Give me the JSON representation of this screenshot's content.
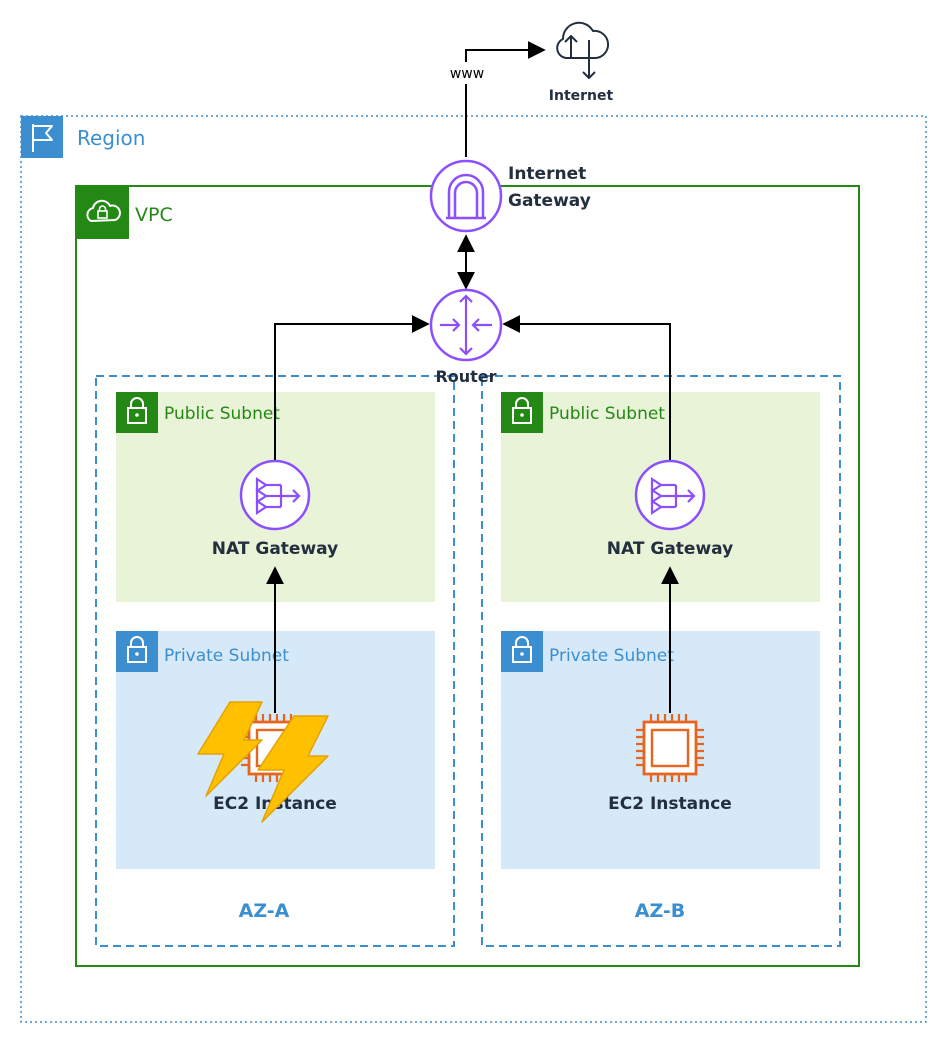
{
  "internet": {
    "label": "Internet",
    "link_label": "www"
  },
  "region": {
    "label": "Region"
  },
  "vpc": {
    "label": "VPC"
  },
  "internet_gateway": {
    "line1": "Internet",
    "line2": "Gateway"
  },
  "router": {
    "label": "Router"
  },
  "az_a": {
    "label": "AZ-A",
    "public_subnet": {
      "label": "Public Subnet",
      "nat_label": "NAT Gateway"
    },
    "private_subnet": {
      "label": "Private Subnet",
      "ec2_label": "EC2 Instance"
    }
  },
  "az_b": {
    "label": "AZ-B",
    "public_subnet": {
      "label": "Public Subnet",
      "nat_label": "NAT Gateway"
    },
    "private_subnet": {
      "label": "Private Subnet",
      "ec2_label": "EC2 Instance"
    }
  },
  "colors": {
    "region": "#3b8fd1",
    "vpc": "#248814",
    "public_fill": "#e9f3d7",
    "private_fill": "#d5e9f9",
    "az_border": "#3b8fd1",
    "network_icon": "#8c4fff",
    "compute_icon": "#e7651c",
    "text_dark": "#232f3e",
    "lightning": "#ffc000"
  },
  "icons": {
    "region": "region-flag-icon",
    "vpc": "vpc-cloud-lock-icon",
    "subnet": "subnet-lock-icon",
    "internet": "cloud-up-down-icon",
    "internet_gateway": "internet-gateway-icon",
    "router": "router-icon",
    "nat": "nat-gateway-icon",
    "ec2": "ec2-chip-icon",
    "fault": "lightning-bolt-icon"
  }
}
